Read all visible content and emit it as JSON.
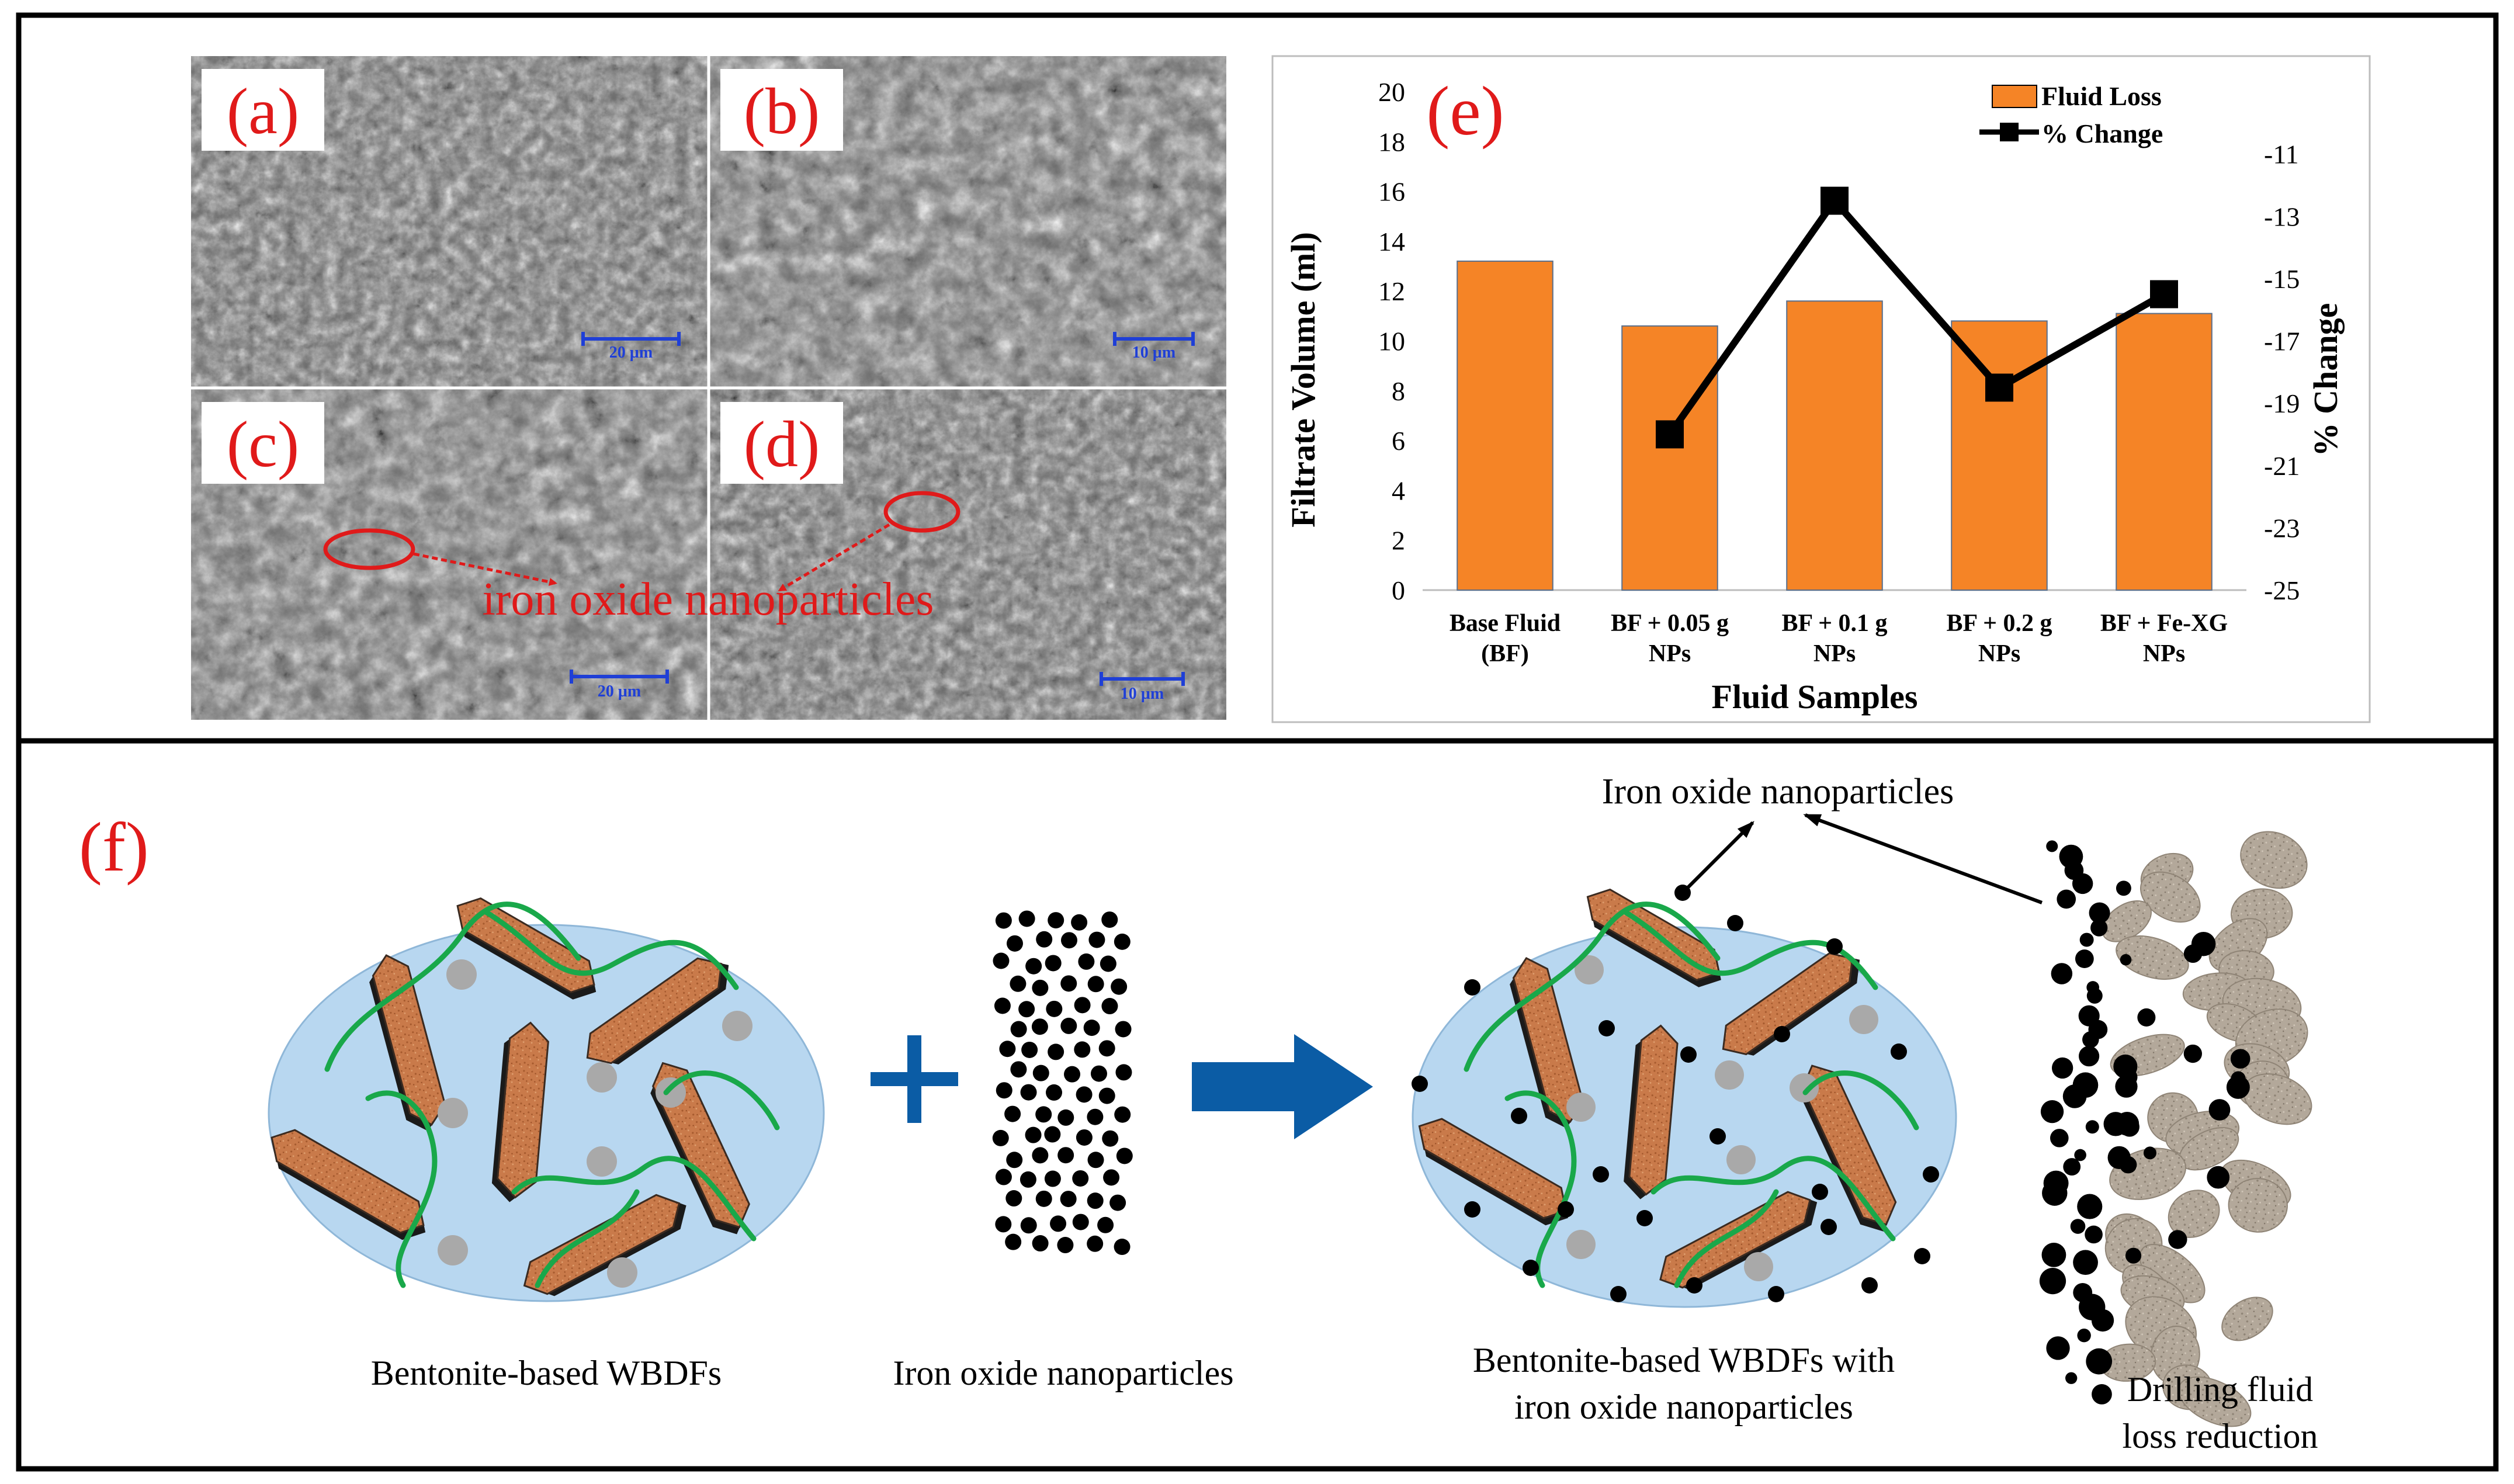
{
  "sem_panels": [
    {
      "label": "(a)",
      "scale_bar": "20 µm"
    },
    {
      "label": "(b)",
      "scale_bar": "10 µm"
    },
    {
      "label": "(c)",
      "scale_bar": "20 µm"
    },
    {
      "label": "(d)",
      "scale_bar": "10 µm"
    }
  ],
  "sem_annotation": "iron oxide nanoparticles",
  "colors": {
    "annotation_red": "#e01a1a",
    "bar_orange": "#f58426",
    "line_black": "#000000",
    "fluid_blue": "#b8d7f0",
    "polymer_green": "#19a84a",
    "clay_brown": "#c97a4a",
    "arrow_blue": "#0b5ca5",
    "gray_particle": "#a9a9a9",
    "rock_tan": "#b3a89a"
  },
  "chart_data": {
    "type": "bar",
    "panel_label": "(e)",
    "categories": [
      "Base Fluid (BF)",
      "BF + 0.05 g NPs",
      "BF + 0.1 g NPs",
      "BF + 0.2 g NPs",
      "BF + Fe-XG NPs"
    ],
    "category_lines": [
      [
        "Base Fluid",
        "(BF)"
      ],
      [
        "BF + 0.05 g",
        "NPs"
      ],
      [
        "BF + 0.1 g",
        "NPs"
      ],
      [
        "BF + 0.2 g",
        "NPs"
      ],
      [
        "BF + Fe-XG",
        "NPs"
      ]
    ],
    "series": [
      {
        "name": "Fluid Loss",
        "type": "bar",
        "axis": "left",
        "values": [
          13.2,
          10.6,
          11.6,
          10.8,
          11.1
        ]
      },
      {
        "name": "% Change",
        "type": "line",
        "axis": "right",
        "values": [
          null,
          -20.0,
          -12.5,
          -18.5,
          -15.5
        ]
      }
    ],
    "xlabel": "Fluid Samples",
    "ylabel": "Filtrate Volume (ml)",
    "y2label": "% Change",
    "ylim": [
      0,
      20
    ],
    "yticks": [
      0,
      2,
      4,
      6,
      8,
      10,
      12,
      14,
      16,
      18,
      20
    ],
    "y2lim": [
      -25,
      -9
    ],
    "y2ticks": [
      -11,
      -13,
      -15,
      -17,
      -19,
      -21,
      -23,
      -25
    ],
    "legend_position": "top-right",
    "grid": false
  },
  "schematic": {
    "panel_label": "(f)",
    "captions": {
      "bentonite": "Bentonite-based WBDFs",
      "nanoparticles": "Iron oxide nanoparticles",
      "combined_line1": "Bentonite-based WBDFs with",
      "combined_line2": "iron oxide nanoparticles",
      "reduction_line1": "Drilling fluid",
      "reduction_line2": "loss reduction"
    },
    "callout": "Iron oxide nanoparticles"
  }
}
